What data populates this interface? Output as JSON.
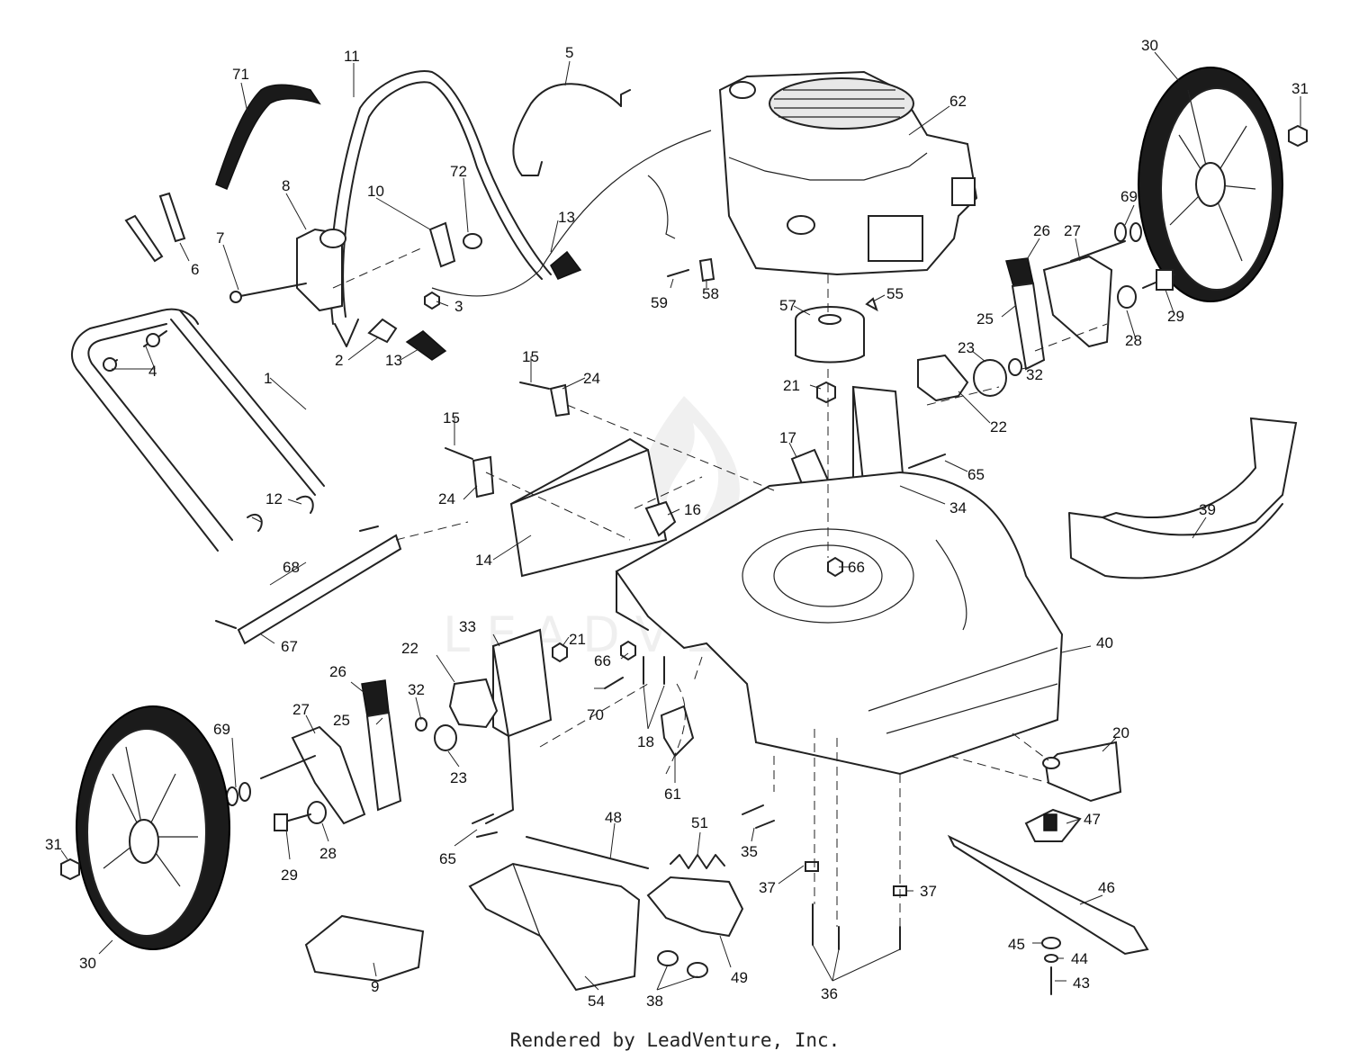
{
  "diagram": {
    "watermark_text": "LEADVENTURE",
    "footer_text": "Rendered by LeadVenture, Inc.",
    "part_labels": [
      "71",
      "11",
      "5",
      "62",
      "30",
      "31",
      "8",
      "10",
      "72",
      "13",
      "6",
      "7",
      "3",
      "2",
      "13",
      "59",
      "58",
      "57",
      "55",
      "26",
      "27",
      "69",
      "25",
      "29",
      "28",
      "1",
      "4",
      "15",
      "24",
      "21",
      "23",
      "32",
      "22",
      "15",
      "17",
      "65",
      "24",
      "16",
      "34",
      "14",
      "39",
      "66",
      "12",
      "68",
      "67",
      "33",
      "21",
      "66",
      "22",
      "40",
      "26",
      "27",
      "25",
      "32",
      "69",
      "70",
      "18",
      "23",
      "20",
      "61",
      "31",
      "35",
      "47",
      "65",
      "48",
      "51",
      "46",
      "29",
      "28",
      "37",
      "37",
      "45",
      "44",
      "43",
      "30",
      "38",
      "49",
      "36",
      "54",
      "9"
    ]
  }
}
